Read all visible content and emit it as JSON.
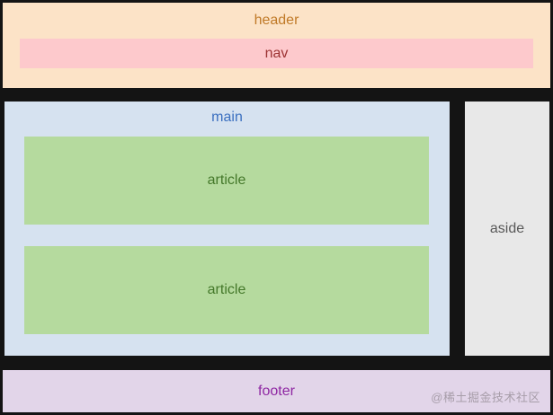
{
  "diagram": {
    "header_label": "header",
    "nav_label": "nav",
    "main_label": "main",
    "article_labels": [
      "article",
      "article"
    ],
    "aside_label": "aside",
    "footer_label": "footer"
  },
  "watermark": {
    "text": "@稀土掘金技术社区"
  },
  "colors": {
    "page_bg": "#141414",
    "header_bg": "#fce3c7",
    "header_text": "#c07a28",
    "nav_bg": "#fdc9cc",
    "nav_text": "#9d3434",
    "main_bg": "#d6e2f0",
    "main_text": "#3c70c0",
    "article_bg": "#b5da9e",
    "article_text": "#44782a",
    "aside_bg": "#e8e8e8",
    "aside_text": "#595959",
    "footer_bg": "#e2d5e9",
    "footer_text": "#8f28a3",
    "watermark_text": "#a79da9"
  }
}
